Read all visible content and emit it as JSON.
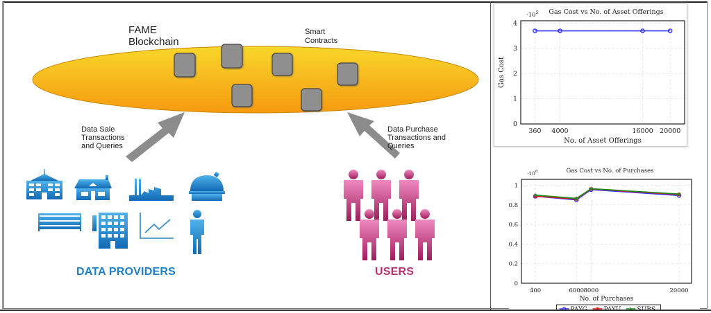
{
  "diagram": {
    "blockchain_label": [
      "FAME",
      "Blockchain"
    ],
    "smart_contracts_label": [
      "Smart",
      "Contracts"
    ],
    "data_sale_label": [
      "Data Sale",
      "Transactions",
      "and Queries"
    ],
    "data_purchase_label": [
      "Data Purchase",
      "Transactions and",
      "Queries"
    ],
    "providers_title": "DATA PROVIDERS",
    "users_title": "USERS",
    "provider_icons": [
      "school-building-icon",
      "house-icon",
      "factory-icon",
      "observatory-icon",
      "apartment-block-icon",
      "office-tower-icon",
      "line-chart-icon",
      "person-icon"
    ],
    "user_icon_count": 6,
    "smart_contract_count": 6,
    "colors": {
      "ellipse_top": "#f9d72a",
      "ellipse_bottom": "#f59a10",
      "contract_fill": "#8f8f8f",
      "arrow": "#8c8c8c",
      "provider_blue": "#1e7fc6",
      "user_pink": "#c2397a"
    }
  },
  "chart_data": [
    {
      "type": "line",
      "title": "Gas Cost vs No. of Asset Offerings",
      "xlabel": "No. of Asset Offerings",
      "ylabel": "Gas Cost",
      "y_multiplier": "·10^5",
      "x": [
        360,
        4000,
        16000,
        20000
      ],
      "x_tick_labels": [
        "360",
        "4000",
        "16000",
        "20000"
      ],
      "y_ticks": [
        0,
        1,
        2,
        3,
        4
      ],
      "xlim": [
        -1700,
        22100
      ],
      "ylim": [
        0,
        4.1
      ],
      "grid": true,
      "legend": null,
      "series": [
        {
          "name": "Gas Cost",
          "color": "#3333ff",
          "marker": "circle",
          "values": [
            3.7,
            3.7,
            3.7,
            3.7
          ]
        }
      ]
    },
    {
      "type": "line",
      "title": "Gas Cost vs No. of Purchases",
      "xlabel": "No. of Purchases",
      "ylabel": "Gas Cost",
      "y_multiplier": "·10^6",
      "x": [
        400,
        6000,
        8000,
        20000
      ],
      "x_tick_labels": [
        "400",
        "6000",
        "8000",
        "20000"
      ],
      "y_ticks": [
        0,
        0.2,
        0.4,
        0.6,
        0.8,
        1
      ],
      "y_tick_labels": [
        "0",
        "0.2",
        "0.4",
        "0.6",
        "0.8",
        "1"
      ],
      "xlim": [
        -1500,
        21700
      ],
      "ylim": [
        0,
        1.06
      ],
      "grid": true,
      "legend": "bottom-center",
      "series": [
        {
          "name": "PAYG",
          "color": "#3333ff",
          "marker": "circle",
          "values": [
            0.887,
            0.85,
            0.955,
            0.895
          ]
        },
        {
          "name": "PAYU",
          "color": "#e61919",
          "marker": "square",
          "values": [
            0.888,
            0.86,
            0.962,
            0.905
          ]
        },
        {
          "name": "SUBS",
          "color": "#1a8c1a",
          "marker": "triangle",
          "values": [
            0.9,
            0.865,
            0.965,
            0.91
          ]
        }
      ]
    }
  ]
}
